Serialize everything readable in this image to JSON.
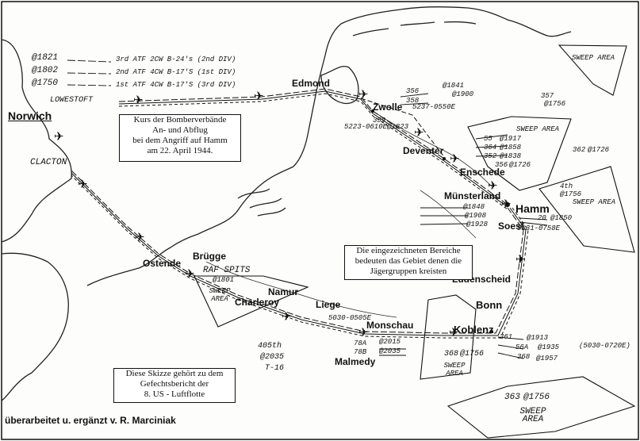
{
  "map": {
    "legend_title": [
      "Kurs der Bomberverbände",
      "An- und Abflug",
      "bei dem Angriff auf Hamm",
      "am 22. April 1944."
    ],
    "note_areas": [
      "Die eingezeichneten Bereiche",
      "bedeuten das Gebiet denen die",
      "Jägergruppen kreisten"
    ],
    "note_source": [
      "Diese Skizze gehört zu dem",
      "Gefechtsbericht der",
      "8. US - Luftflotte"
    ],
    "credit": "überarbeitet u. ergänzt v. R. Marciniak",
    "cities": {
      "norwich": "Norwich",
      "edmond": "Edmond",
      "zwolle": "Zwolle",
      "deventer": "Deventer",
      "enschede": "Enschede",
      "muensterland": "Münsterland",
      "hamm": "Hamm",
      "soest": "Soest",
      "luedenscheid": "Lüdenscheid",
      "bonn": "Bonn",
      "koblenz": "Koblenz",
      "monschau": "Monschau",
      "malmedy": "Malmedy",
      "liege": "Liege",
      "namur": "Namur",
      "charleroy": "Charleroy",
      "bruegge": "Brügge",
      "ostende": "Ostende"
    },
    "handwritten": {
      "clacton": "CLACTON",
      "lowestoft": "LOWESTOFT",
      "t1821": "@1821",
      "t1802": "@1802",
      "t1750": "@1750",
      "w3": "3rd ATF 2CW B-24's (2nd DIV)",
      "w2": "2nd ATF 4CW B-17'S (1st DIV)",
      "w1": "1st ATF 4CW B-17'S (3rd DIV)",
      "g356": "356",
      "g358": "358",
      "t1841": "@1841",
      "t1900": "@1900",
      "c5237": "5237-0550E",
      "g359": "359",
      "t1823": "@1823",
      "c5223": "5223-0610E",
      "g357": "357",
      "t1756a": "@1756",
      "g55": "55",
      "t1917": "@1917",
      "g364": "364",
      "t1858": "@1858",
      "g352": "352",
      "t1838": "@1838",
      "g356b": "356",
      "t1726a": "@1726",
      "g362": "362",
      "t1726b": "@1726",
      "g4th": "4th",
      "t1756b": "@1756",
      "t1848": "@1848",
      "t1908": "@1908",
      "t1928": "@1928",
      "g20": "20",
      "t1850": "@1850",
      "c5131": "5131-0758E",
      "raf": "RAF SPITS",
      "t1801": "@1801",
      "c5030": "5030-0505E",
      "g78a": "78A",
      "t2015": "@2015",
      "g78b": "78B",
      "t2035a": "@2035",
      "g405": "405th",
      "t2035b": "@2035",
      "t16": "T-16",
      "g361": "361",
      "t1913": "@1913",
      "g56a": "56A",
      "t1935": "@1935",
      "c5030b": "(5030-0720E)",
      "g368": "368",
      "t1957": "@1957",
      "g368b": "368",
      "t1756c": "@1756",
      "g363": "363",
      "t1756d": "@1756"
    },
    "sweep_label": "SWEEP AREA"
  }
}
